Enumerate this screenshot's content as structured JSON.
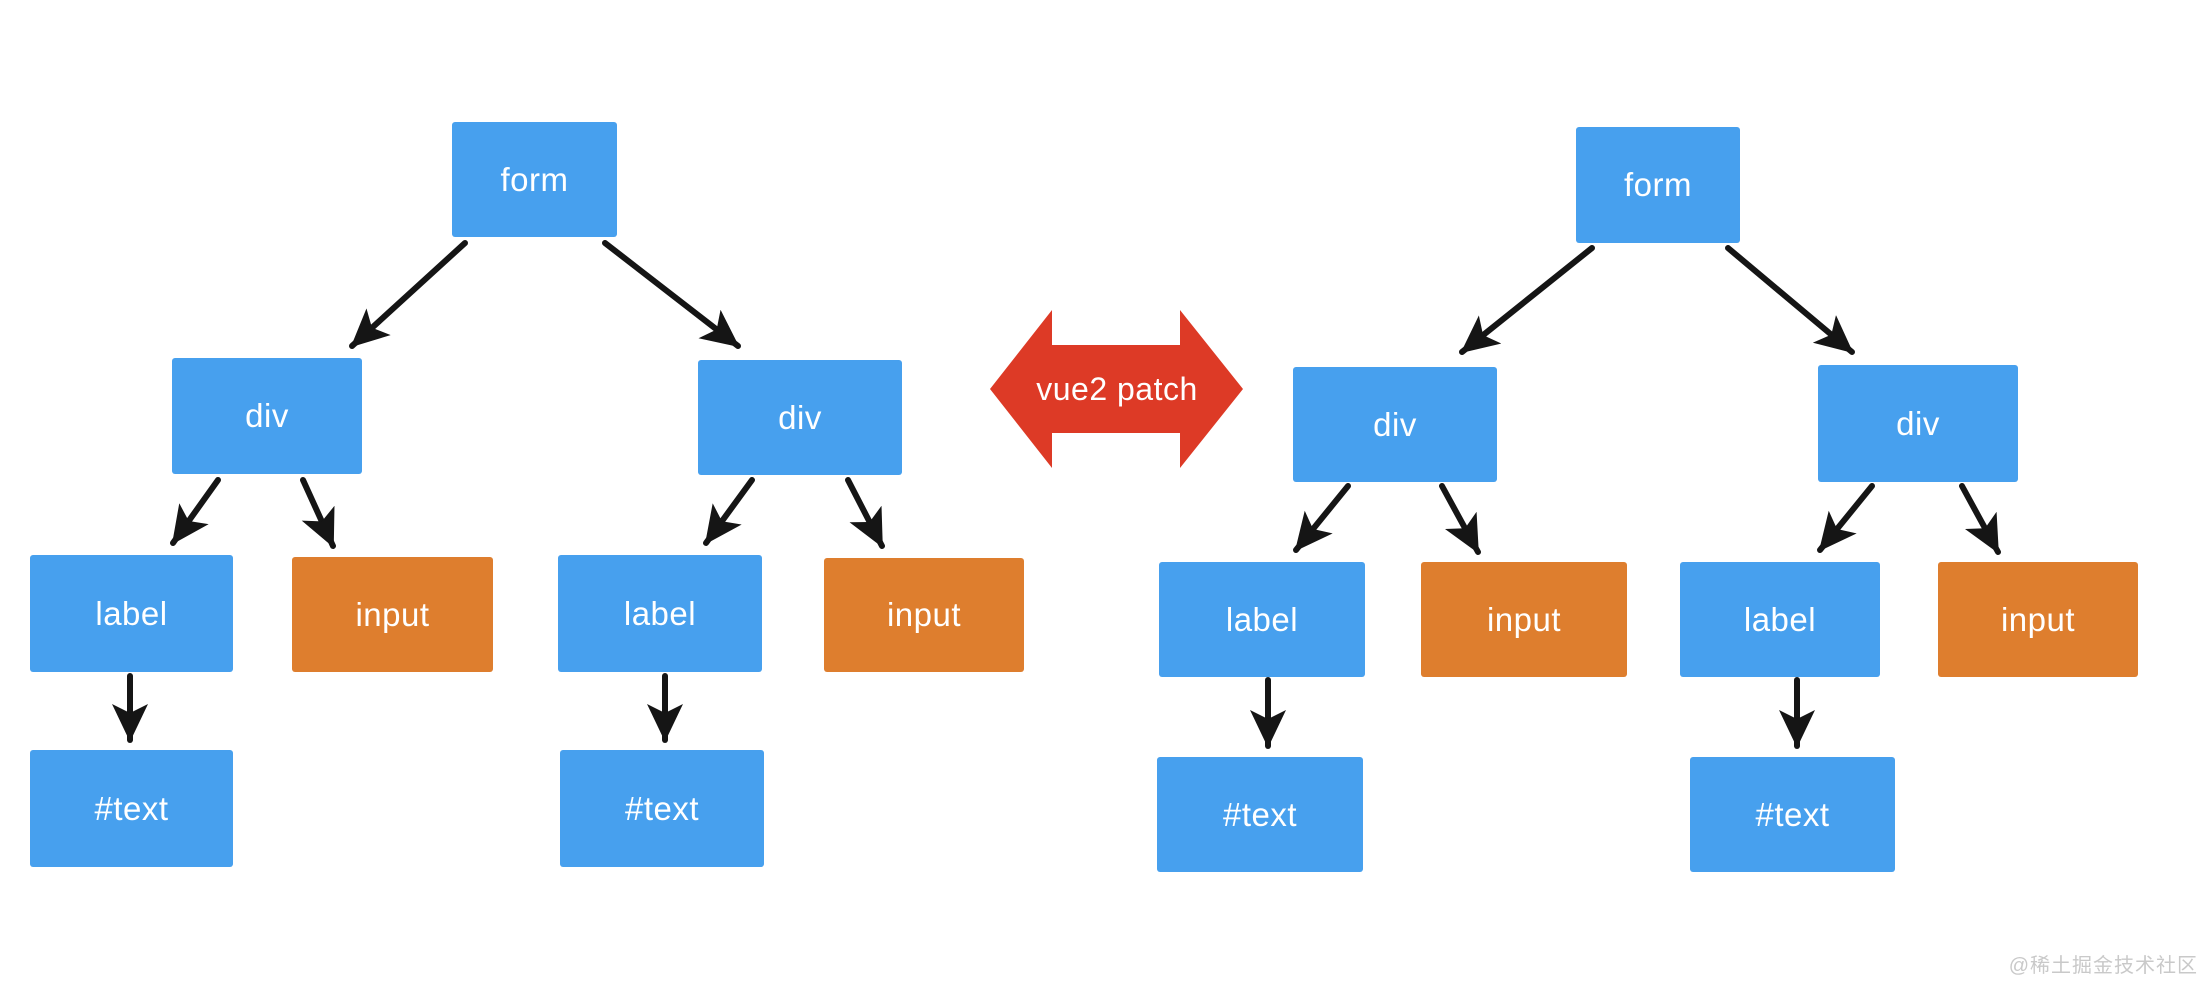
{
  "diagram": {
    "center_arrow_label": "vue2 patch",
    "watermark": "@稀土掘金技术社区",
    "colors": {
      "node_blue": "#47a0ee",
      "node_orange": "#de7e2e",
      "patch_red": "#dd3a26",
      "connector_black": "#151515",
      "background": "#ffffff",
      "watermark_gray": "#c9c9c9"
    },
    "left_tree": {
      "form": "form",
      "div_left": "div",
      "div_right": "div",
      "label_left": "label",
      "input_left": "input",
      "label_right": "label",
      "input_right": "input",
      "text_left": "#text",
      "text_right": "#text"
    },
    "right_tree": {
      "form": "form",
      "div_left": "div",
      "div_right": "div",
      "label_left": "label",
      "input_left": "input",
      "label_right": "label",
      "input_right": "input",
      "text_left": "#text",
      "text_right": "#text"
    }
  }
}
